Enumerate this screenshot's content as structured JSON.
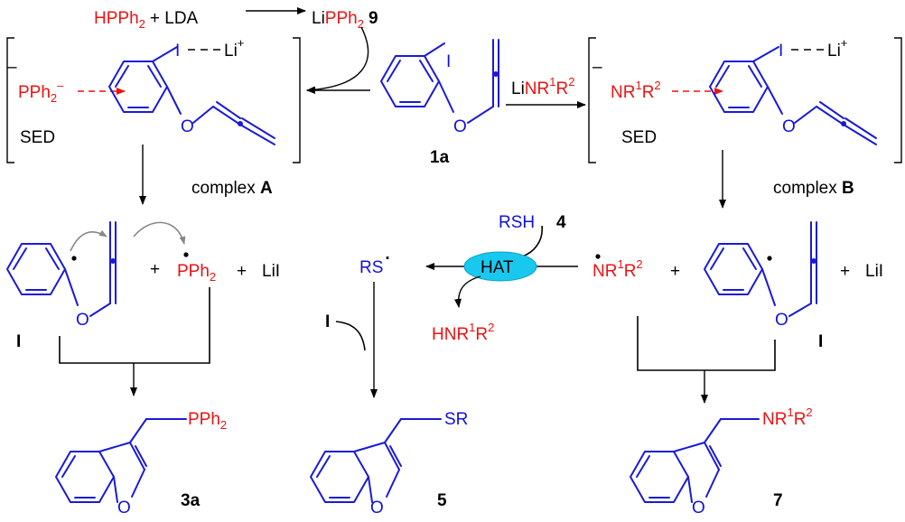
{
  "top": {
    "hpph2": "HPPh",
    "sub2": "2",
    "plus_lda": "+ LDA",
    "li": "Li",
    "pph2": "PPh",
    "num9": "9"
  },
  "complexA": {
    "minus": "–",
    "pph2": "PPh",
    "sub2": "2",
    "sup_minus": "–",
    "i": "I",
    "li": "Li",
    "plus": "+",
    "o": "O",
    "sed": "SED",
    "caption": "complex ",
    "letter": "A"
  },
  "start": {
    "i": "I",
    "o": "O",
    "label": "1a",
    "reagent_li": "Li",
    "reagent_nr": "NR",
    "sup1": "1",
    "r": "R",
    "sup2": "2"
  },
  "complexB": {
    "minus": "–",
    "nr": "NR",
    "sup1": "1",
    "r": "R",
    "sup2": "2",
    "i": "I",
    "li": "Li",
    "plus": "+",
    "o": "O",
    "sed": "SED",
    "caption": "complex ",
    "letter": "B"
  },
  "middle": {
    "rsh": "RSH",
    "num4": "4",
    "hat": "HAT",
    "rs": "RS",
    "dot": "·",
    "hnr": "HNR",
    "sup1": "1",
    "r": "R",
    "sup2": "2",
    "radical_i": "I"
  },
  "left_radicals": {
    "o": "O",
    "plus1": "+",
    "pph2": "PPh",
    "sub2": "2",
    "plus2": "+",
    "lii": "LiI",
    "label": "I"
  },
  "right_radicals": {
    "nr": "NR",
    "sup1": "1",
    "r": "R",
    "sup2": "2",
    "plus1": "+",
    "o": "O",
    "plus2": "+",
    "lii": "LiI",
    "label": "I"
  },
  "products": {
    "p3a_group": "PPh",
    "p3a_sub": "2",
    "p3a_o": "O",
    "p3a_label": "3a",
    "p5_group": "SR",
    "p5_o": "O",
    "p5_label": "5",
    "p7_nr": "NR",
    "p7_sup1": "1",
    "p7_r": "R",
    "p7_sup2": "2",
    "p7_o": "O",
    "p7_label": "7"
  }
}
